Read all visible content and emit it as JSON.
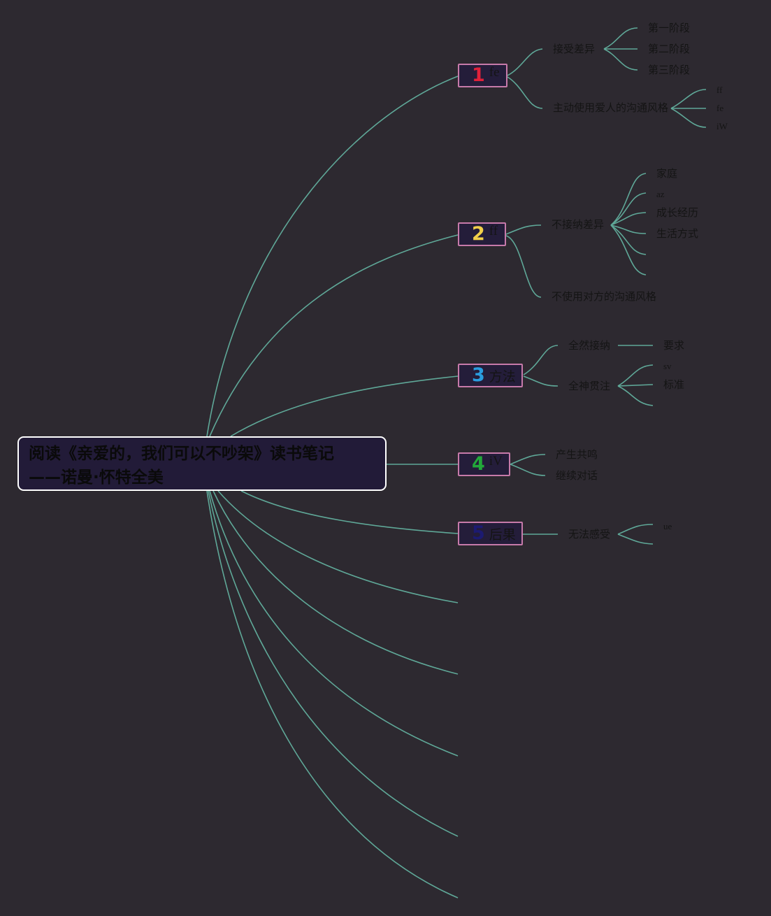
{
  "colors": {
    "background": "#2d2930",
    "edge": "#5fa898",
    "root_border": "#ffffff",
    "root_fill": "#221b38",
    "branch_border": "#c77aaa",
    "branch_fill": "#241d3a",
    "text": "#141414"
  },
  "root": {
    "line1": "阅读《亲爱的，我们可以不吵架》读书笔记",
    "line2": "——诺曼·怀特全美"
  },
  "branches": [
    {
      "number": "1",
      "number_color": "#e0213a",
      "label": "fe",
      "children": [
        {
          "label": "接受差异",
          "children": [
            "第一阶段",
            "第二阶段",
            "第三阶段"
          ]
        },
        {
          "label": "主动使用爱人的沟通风格",
          "children": [
            "ff",
            "fe",
            "iW"
          ]
        }
      ]
    },
    {
      "number": "2",
      "number_color": "#f2cf4a",
      "label": "ff",
      "children": [
        {
          "label": "不接纳差异",
          "children": [
            "家庭",
            "az",
            "成长经历",
            "生活方式",
            "",
            ""
          ]
        },
        {
          "label": "不使用对方的沟通风格",
          "children": []
        }
      ]
    },
    {
      "number": "3",
      "number_color": "#2a9de0",
      "label": "方法",
      "children": [
        {
          "label": "全然接纳",
          "children": [
            "要求"
          ]
        },
        {
          "label": "全神贯注",
          "children": [
            "sv",
            "标准",
            ""
          ]
        }
      ]
    },
    {
      "number": "4",
      "number_color": "#22a83a",
      "label": "iV",
      "children": [
        {
          "label": "产生共鸣",
          "children": []
        },
        {
          "label": "继续对话",
          "children": []
        }
      ]
    },
    {
      "number": "5",
      "number_color": "#1c1a72",
      "label": "后果",
      "children": [
        {
          "label": "无法感受",
          "children": [
            "ue",
            ""
          ]
        }
      ]
    }
  ]
}
